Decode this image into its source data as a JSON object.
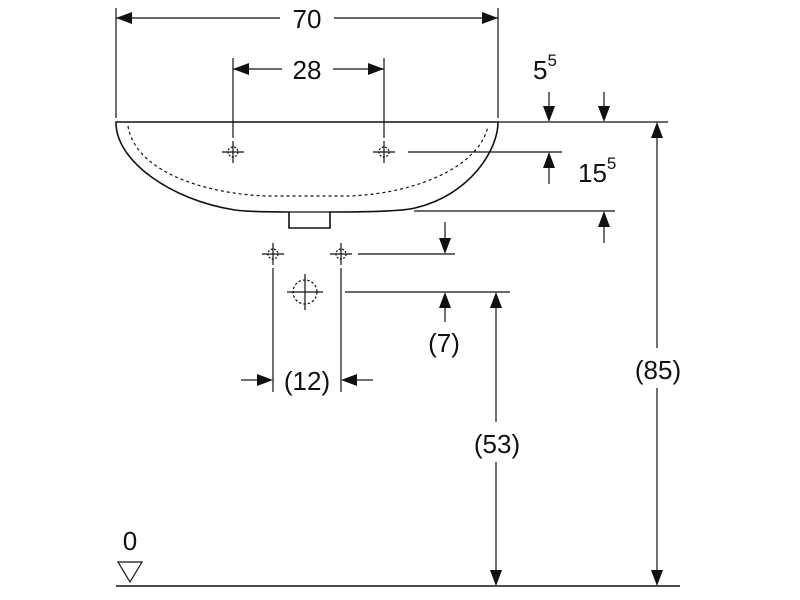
{
  "dimensions": {
    "overall_width": "70",
    "tap_hole_spacing": "28",
    "rim_offset_main": "5",
    "rim_offset_sup": "5",
    "tap_height_main": "15",
    "tap_height_sup": "5",
    "supply_spacing": "(12)",
    "supply_drop": "(7)",
    "drain_height": "(53)",
    "rim_height": "(85)",
    "floor_level": "0"
  },
  "colors": {
    "ink": "#111111",
    "background": "#ffffff"
  }
}
